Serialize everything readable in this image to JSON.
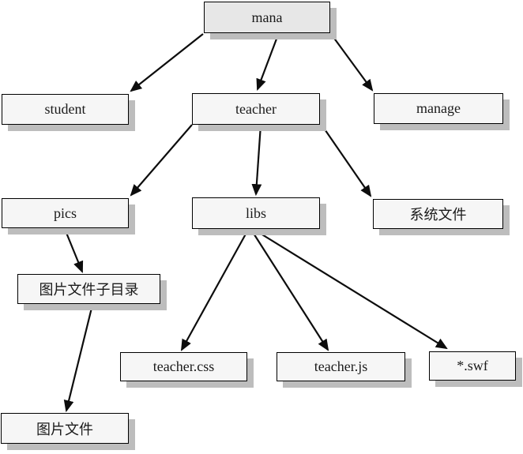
{
  "diagram": {
    "kind": "directory-tree",
    "background": "#ffffff",
    "colors": {
      "node_fill": "#f6f6f6",
      "root_fill": "#e7e7e7",
      "border": "#000000",
      "shadow": "#bdbdbd",
      "line": "#0d0d0d"
    },
    "nodes": {
      "mana": {
        "label": "mana"
      },
      "student": {
        "label": "student"
      },
      "teacher": {
        "label": "teacher"
      },
      "manage": {
        "label": "manage"
      },
      "pics": {
        "label": "pics"
      },
      "libs": {
        "label": "libs"
      },
      "system": {
        "label": "系统文件"
      },
      "pic_subdir": {
        "label": "图片文件子目录"
      },
      "teacher_css": {
        "label": "teacher.css"
      },
      "teacher_js": {
        "label": "teacher.js"
      },
      "swf": {
        "label": "*.swf"
      },
      "pic_files": {
        "label": "图片文件"
      }
    },
    "edges": [
      {
        "from": "mana",
        "to": "student"
      },
      {
        "from": "mana",
        "to": "teacher"
      },
      {
        "from": "mana",
        "to": "manage"
      },
      {
        "from": "teacher",
        "to": "pics"
      },
      {
        "from": "teacher",
        "to": "libs"
      },
      {
        "from": "teacher",
        "to": "system"
      },
      {
        "from": "pics",
        "to": "pic_subdir"
      },
      {
        "from": "pic_subdir",
        "to": "pic_files"
      },
      {
        "from": "libs",
        "to": "teacher_css"
      },
      {
        "from": "libs",
        "to": "teacher_js"
      },
      {
        "from": "libs",
        "to": "swf"
      }
    ],
    "arrow_style": "solid black filled arrowheads"
  }
}
